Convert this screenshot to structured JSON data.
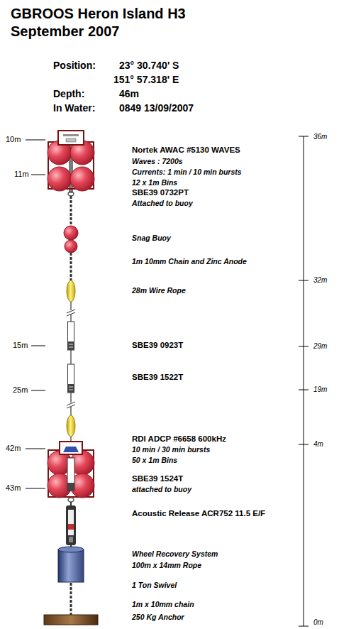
{
  "diagram": {
    "title": "GBROOS Heron Island H3 September 2007",
    "labels": [
      "Position:",
      "23° 30.740' S",
      "151° 57.318' E",
      "Depth:",
      "46m",
      "In Water:",
      "0849 13/09/2007",
      "10m",
      "Nortek AWAC #5130 WAVES",
      "36m",
      "Waves : 7200s",
      "Currents: 1 min / 10 min bursts",
      "12 x 1m Bins",
      "11m",
      "SBE39 0732PT",
      "Attached to buoy",
      "Snag Buoy",
      "1m 10mm Chain and Zinc Anode",
      "32m",
      "28m Wire Rope",
      "15m",
      "SBE39 0923T",
      "29m",
      "25m",
      "SBE39 1522T",
      "19m",
      "42m",
      "RDI ADCP #6658 600kHz",
      "4m",
      "10 min / 30 min bursts",
      "50 x 1m Bins",
      "43m",
      "SBE39 1524T",
      "attached to buoy",
      "Acoustic Release ACR752 11.5 E/F",
      "Wheel Recovery System",
      "100m x 14mm Rope",
      "1 Ton Swivel",
      "1m x 10mm chain",
      "250 Kg Anchor",
      "0m"
    ]
  }
}
